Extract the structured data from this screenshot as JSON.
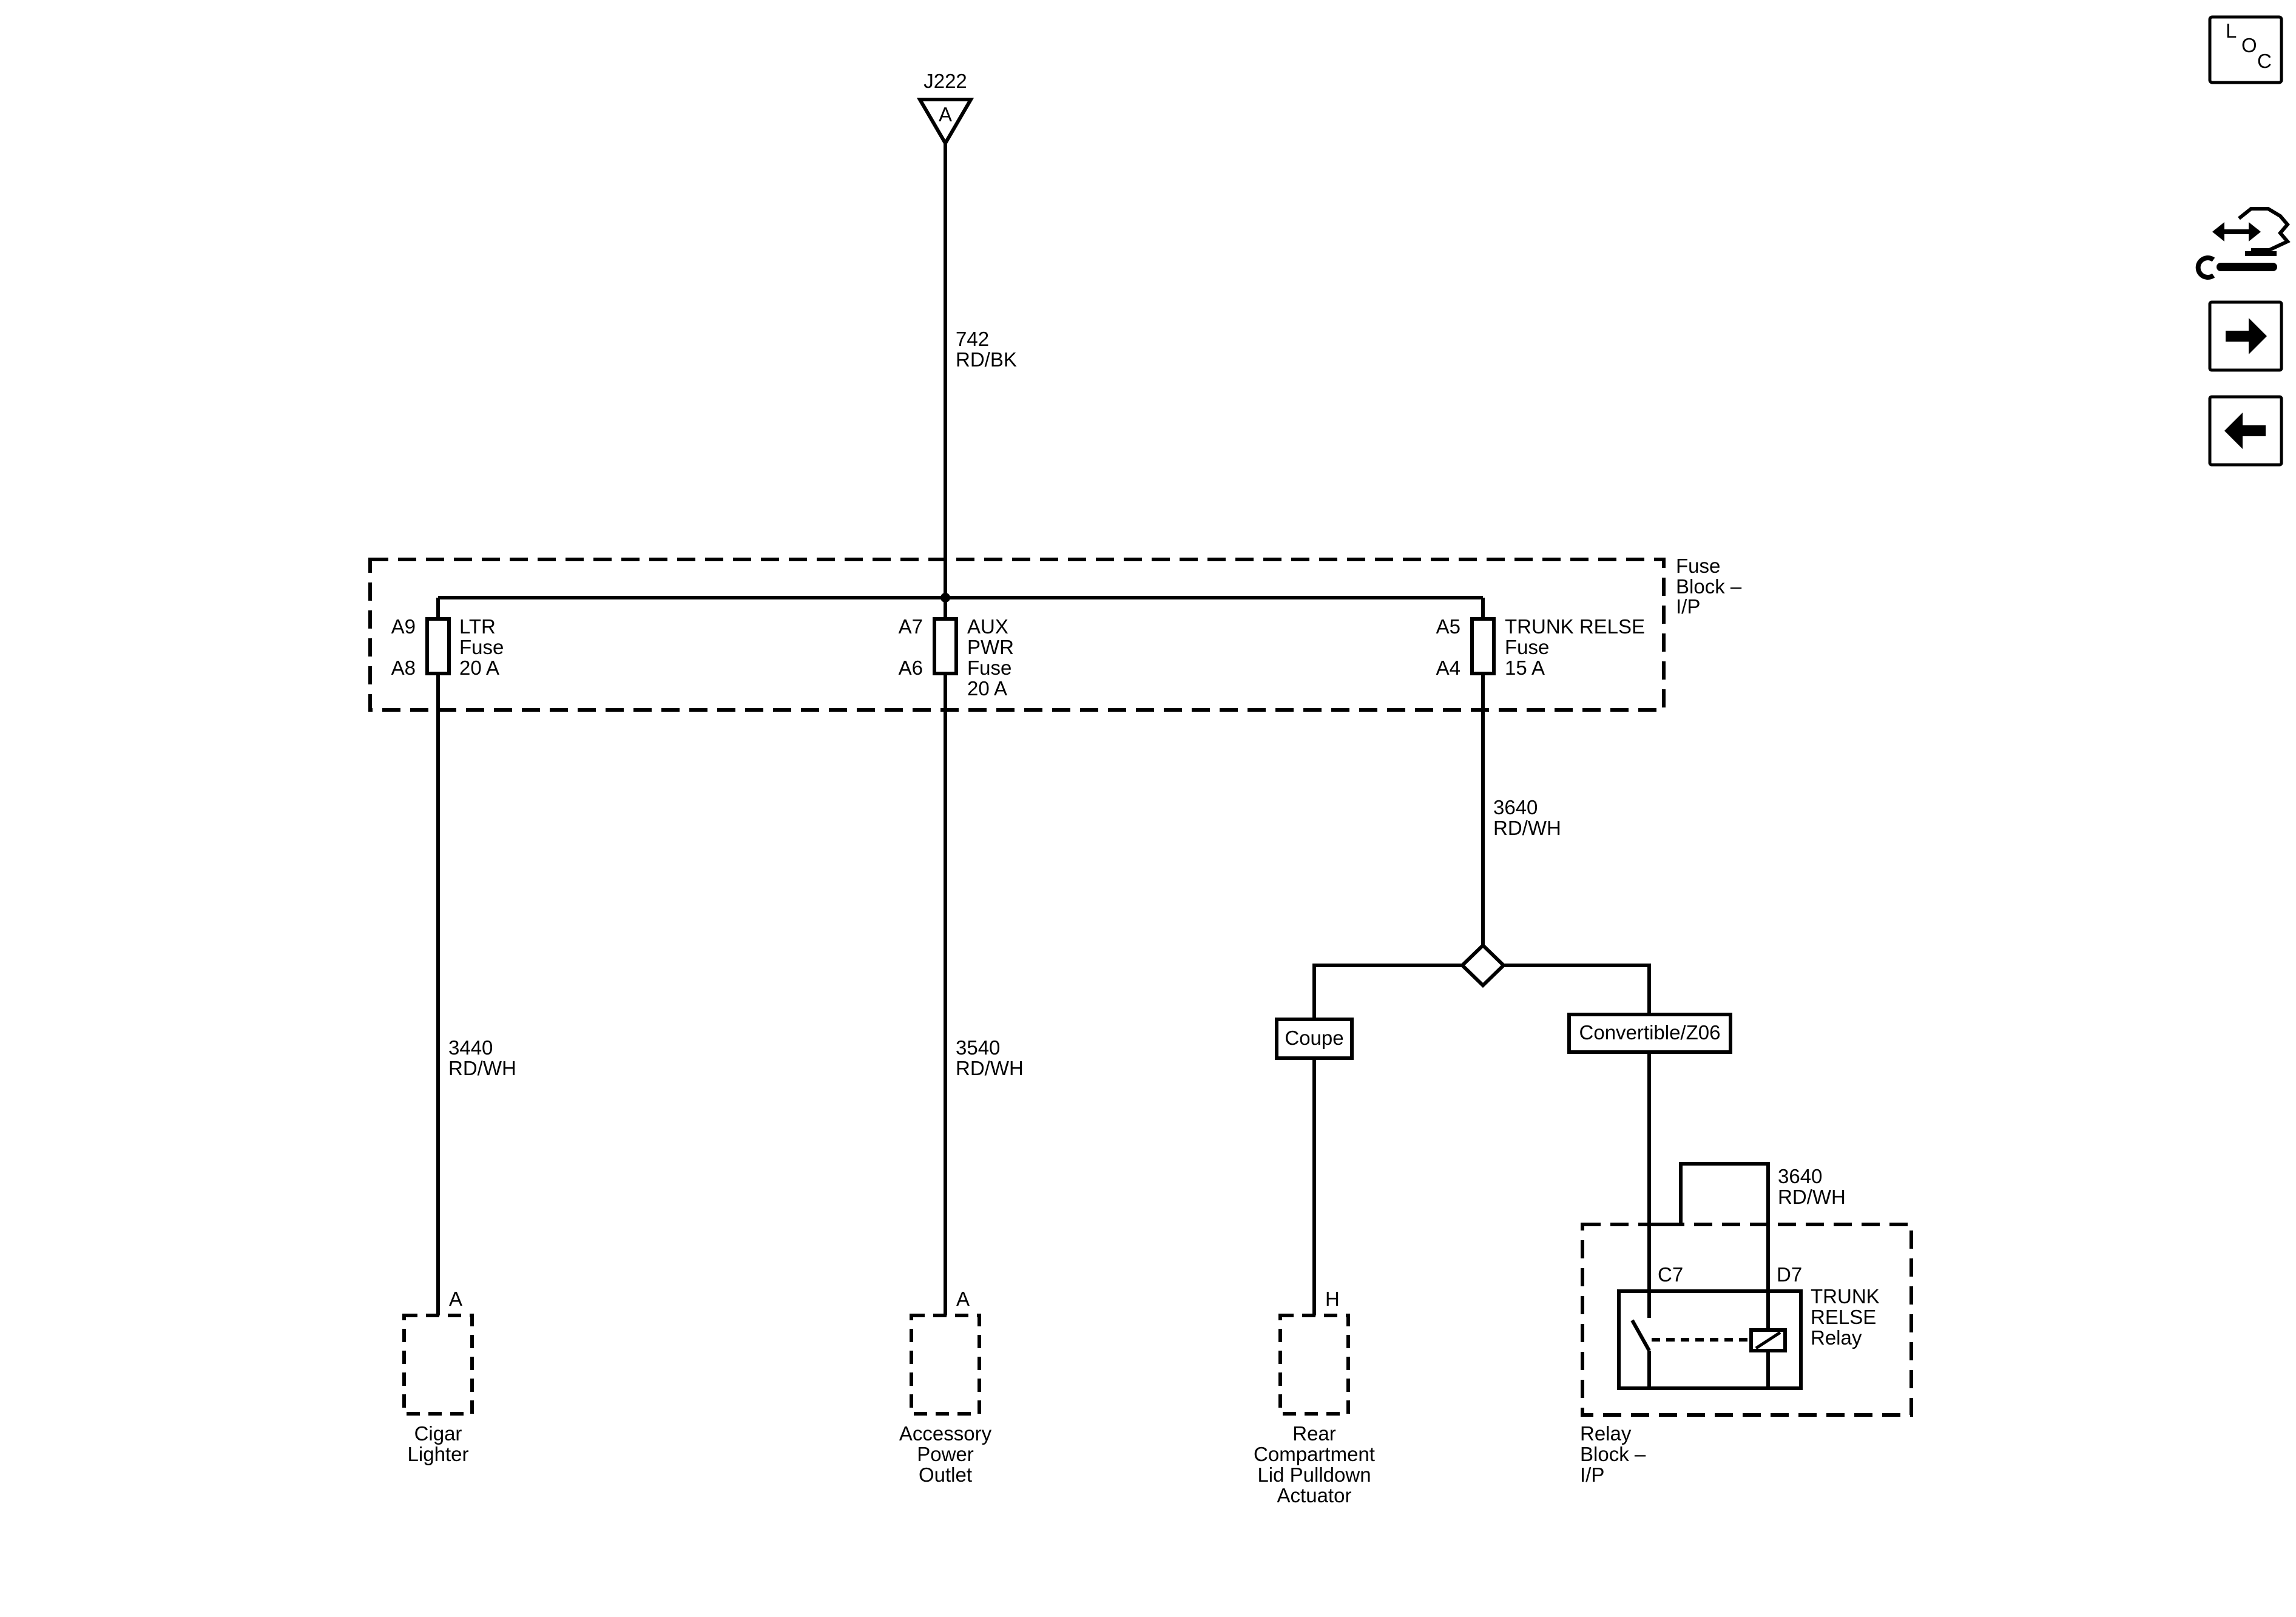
{
  "connector_top": {
    "id": "J222",
    "pin": "A"
  },
  "wire_feed": {
    "circuit": "742",
    "color": "RD/BK"
  },
  "fuse_block": {
    "name_line1": "Fuse",
    "name_line2": "Block –",
    "name_line3": "I/P"
  },
  "fuses": [
    {
      "pin_in": "A9",
      "pin_out": "A8",
      "lines": [
        "LTR",
        "Fuse",
        "20 A"
      ]
    },
    {
      "pin_in": "A7",
      "pin_out": "A6",
      "lines": [
        "AUX",
        "PWR",
        "Fuse",
        "20 A"
      ]
    },
    {
      "pin_in": "A5",
      "pin_out": "A4",
      "lines": [
        "TRUNK RELSE",
        "Fuse",
        "15 A"
      ]
    }
  ],
  "wires": [
    {
      "circuit": "3440",
      "color": "RD/WH"
    },
    {
      "circuit": "3540",
      "color": "RD/WH"
    },
    {
      "circuit": "3640",
      "color": "RD/WH"
    },
    {
      "circuit": "3640",
      "color": "RD/WH"
    }
  ],
  "options": {
    "coupe": "Coupe",
    "convertible": "Convertible/Z06"
  },
  "components": [
    {
      "pin": "A",
      "lines": [
        "Cigar",
        "Lighter"
      ]
    },
    {
      "pin": "A",
      "lines": [
        "Accessory",
        "Power",
        "Outlet"
      ]
    },
    {
      "pin": "H",
      "lines": [
        "Rear",
        "Compartment",
        "Lid Pulldown",
        "Actuator"
      ]
    }
  ],
  "relay": {
    "pin_left": "C7",
    "pin_right": "D7",
    "lines": [
      "TRUNK",
      "RELSE",
      "Relay"
    ],
    "block_lines": [
      "Relay",
      "Block –",
      "I/P"
    ]
  },
  "nav": {
    "loc_l": "L",
    "loc_o": "O",
    "loc_c": "C",
    "icons": [
      "loc-button-icon",
      "connector-view-icon",
      "next-page-icon",
      "previous-page-icon"
    ]
  }
}
